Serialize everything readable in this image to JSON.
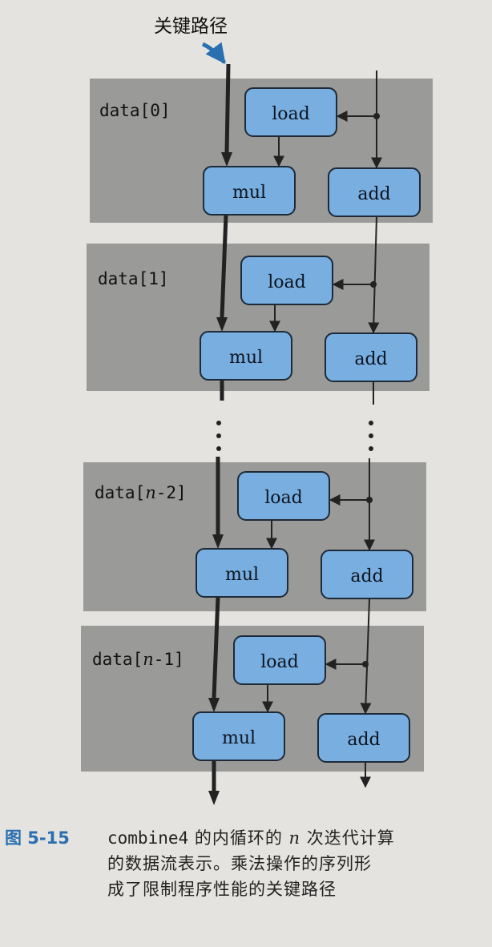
{
  "header": {
    "critical_path_label": "关键路径"
  },
  "blocks": [
    {
      "prefix": "data[",
      "var": "",
      "suffix": "0]"
    },
    {
      "prefix": "data[",
      "var": "",
      "suffix": "1]"
    },
    {
      "prefix": "data[",
      "var": "n",
      "suffix": "-2]"
    },
    {
      "prefix": "data[",
      "var": "n",
      "suffix": "-1]"
    }
  ],
  "ops": {
    "load": "load",
    "mul": "mul",
    "add": "add"
  },
  "caption": {
    "fig": "图 5-15",
    "code": "combine4",
    "part1": " 的内循环的 ",
    "var": "n",
    "part2": " 次迭代计算",
    "line2": "的数据流表示。乘法操作的序列形",
    "line3": "成了限制程序性能的关键路径"
  },
  "colors": {
    "box": "#78aee0",
    "box_border": "#1e2a38",
    "panel": "#9a9a99",
    "accent": "#2a6fb0"
  }
}
